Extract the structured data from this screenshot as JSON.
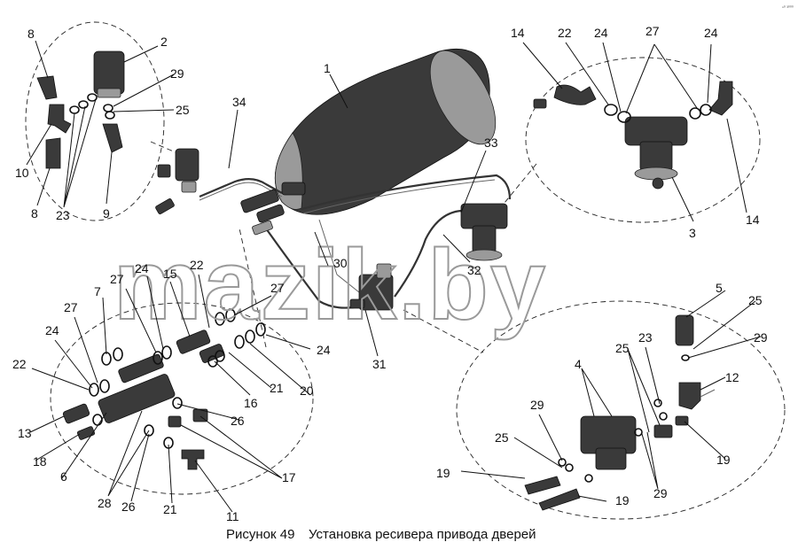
{
  "figure": {
    "caption_number": "Рисунок 49",
    "caption_title": "Установка ресивера привода дверей",
    "watermark": "mazik.by",
    "corner_mark": "ⁿ⁰ ³⁰⁰⁰"
  },
  "callouts": [
    "1",
    "2",
    "3",
    "4",
    "5",
    "6",
    "7",
    "8",
    "8",
    "9",
    "10",
    "11",
    "12",
    "13",
    "14",
    "14",
    "15",
    "16",
    "17",
    "18",
    "19",
    "19",
    "19",
    "20",
    "21",
    "21",
    "22",
    "22",
    "22",
    "23",
    "23",
    "24",
    "24",
    "24",
    "24",
    "24",
    "25",
    "25",
    "25",
    "26",
    "26",
    "27",
    "27",
    "27",
    "27",
    "28",
    "29",
    "29",
    "29",
    "30",
    "31",
    "32",
    "33",
    "34"
  ]
}
